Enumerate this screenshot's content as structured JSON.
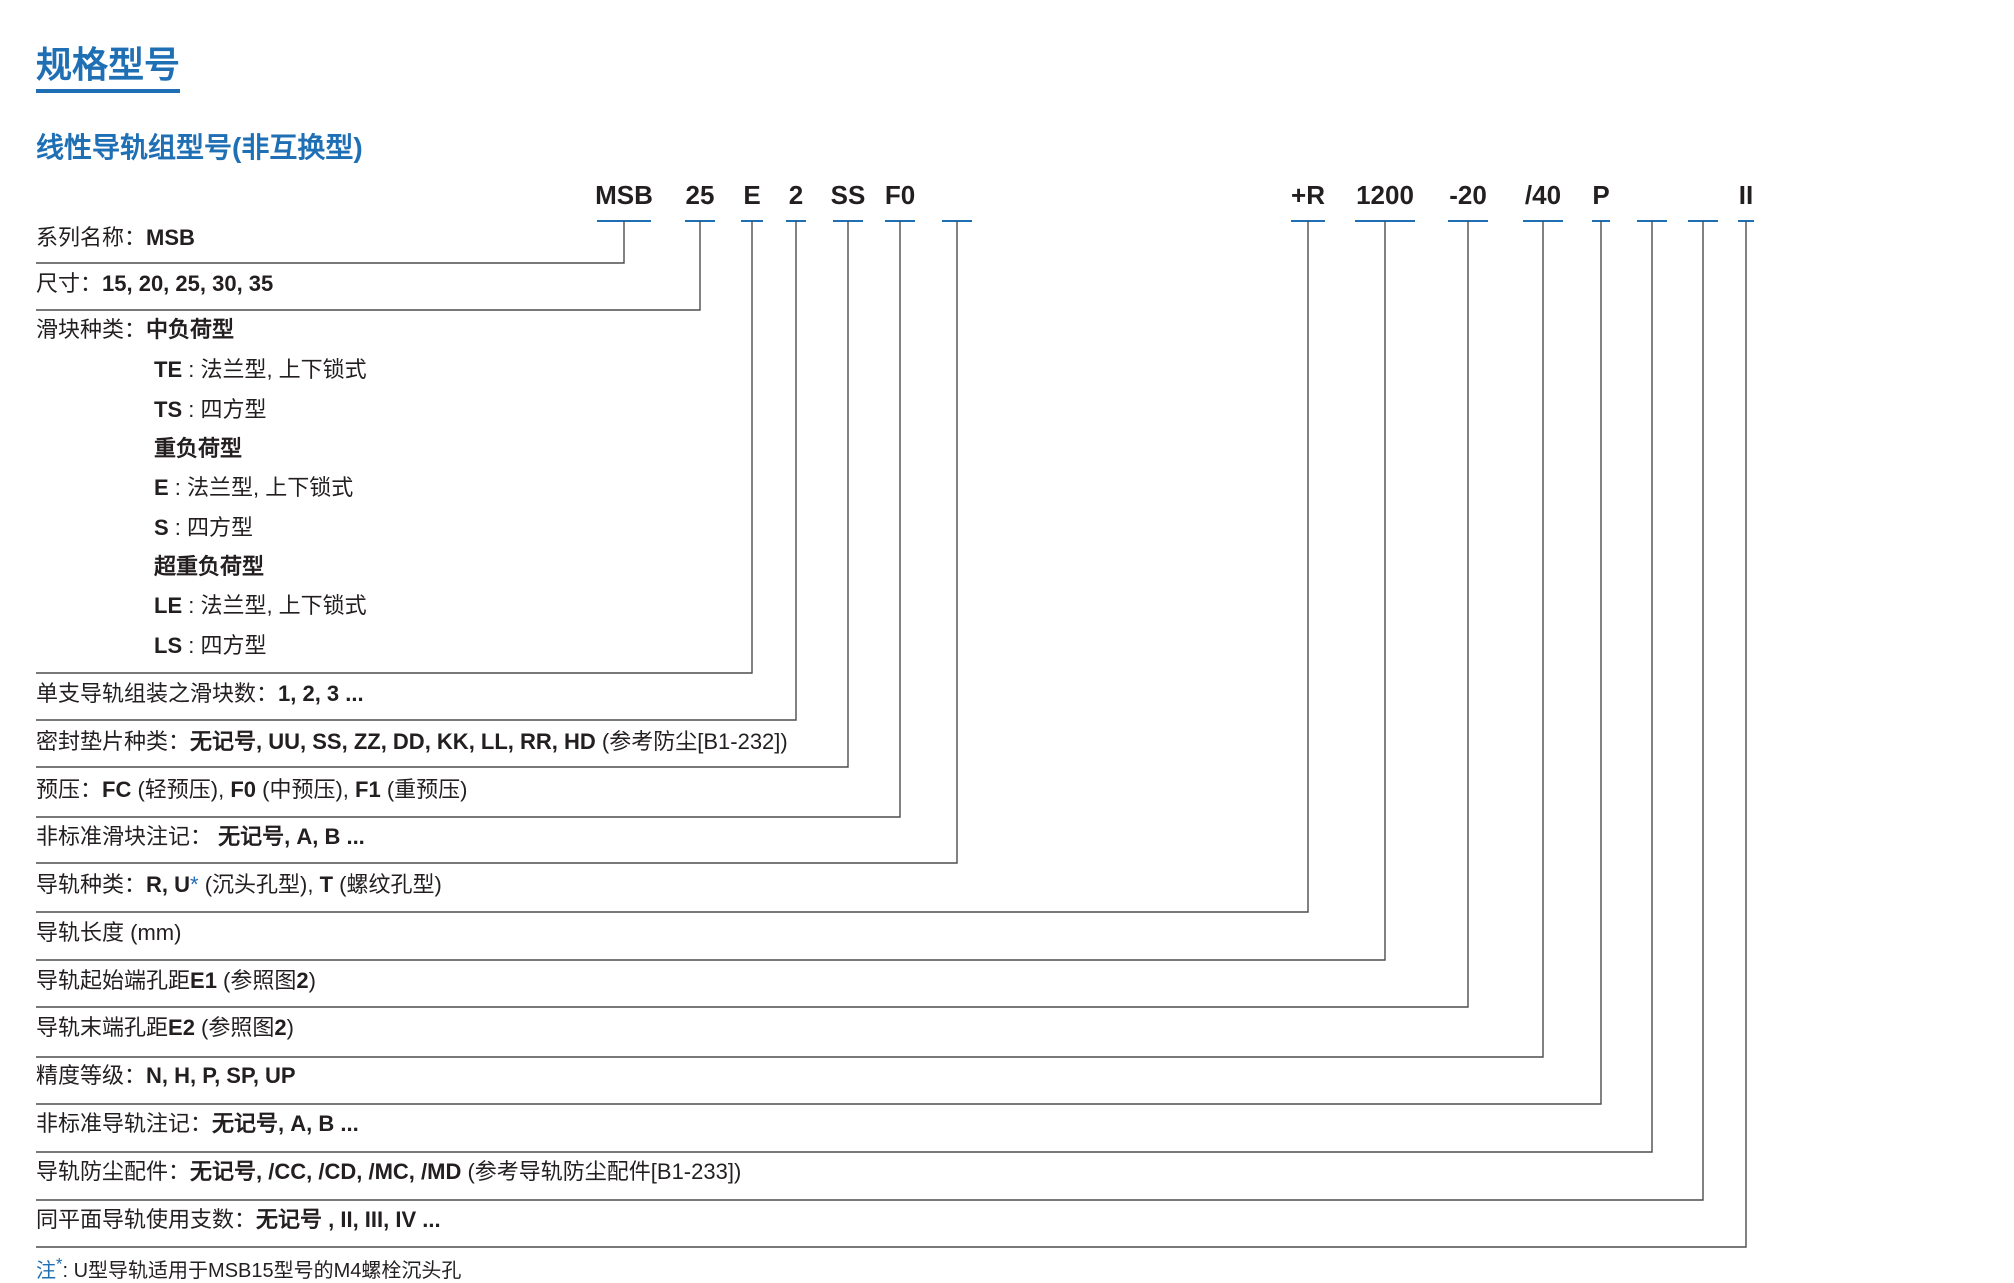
{
  "title": "规格型号",
  "subtitle": "线性导轨组型号(非互换型)",
  "colors": {
    "accent": "#1f6fb5",
    "text": "#231f20",
    "line": "#4d4d4d"
  },
  "codes": [
    "MSB",
    "25",
    "E",
    "2",
    "SS",
    "F0",
    "",
    "+R",
    "1200",
    "-20",
    "/40",
    "P",
    "",
    "",
    "II"
  ],
  "items": [
    {
      "label": "系列名称：",
      "value": "MSB"
    },
    {
      "label": "尺寸：",
      "value": "15, 20, 25, 30, 35"
    },
    {
      "label": "滑块种类：",
      "value": "中负荷型",
      "sub": [
        {
          "code": "TE",
          "text": " : 法兰型, 上下锁式"
        },
        {
          "code": "TS",
          "text": " : 四方型"
        },
        {
          "code": "重负荷型",
          "text": ""
        },
        {
          "code": "E",
          "text": " : 法兰型, 上下锁式"
        },
        {
          "code": "S",
          "text": " : 四方型"
        },
        {
          "code": "超重负荷型",
          "text": ""
        },
        {
          "code": "LE",
          "text": " : 法兰型, 上下锁式"
        },
        {
          "code": "LS",
          "text": " : 四方型"
        }
      ]
    },
    {
      "label": "单支导轨组装之滑块数：",
      "value": "1, 2, 3 ..."
    },
    {
      "label": "密封垫片种类：",
      "value": "无记号, UU, SS, ZZ, DD, KK, LL, RR, HD",
      "after": " (参考防尘[B1-232])"
    },
    {
      "label": "预压：",
      "value": "FC",
      "after": " (轻预压), ",
      "value2": "F0",
      "after2": " (中预压), ",
      "value3": "F1",
      "after3": " (重预压)"
    },
    {
      "label": "非标准滑块注记： ",
      "value": "无记号, A, B ..."
    },
    {
      "label": "导轨种类：",
      "value": "R, U",
      "star": "*",
      "after": " (沉头孔型), ",
      "value2": "T",
      "after2": " (螺纹孔型)"
    },
    {
      "label": "导轨长度",
      "after": " (mm)"
    },
    {
      "label": "导轨起始端孔距",
      "value": "E1",
      "after": " (参照图",
      "value2": "2",
      "after2": ")"
    },
    {
      "label": "导轨末端孔距",
      "value": "E2",
      "after": " (参照图",
      "value2": "2",
      "after2": ")"
    },
    {
      "label": "精度等级：",
      "value": "N, H, P, SP, UP"
    },
    {
      "label": "非标准导轨注记：",
      "value": "无记号, A, B ..."
    },
    {
      "label": "导轨防尘配件：",
      "value": "无记号, /CC, /CD, /MC, /MD",
      "after": " (参考导轨防尘配件[B1-233])"
    },
    {
      "label": "同平面导轨使用支数：",
      "value": "无记号 , II, III, IV ..."
    }
  ],
  "note": {
    "prefix": "注",
    "star": "*",
    "text": ": U型导轨适用于MSB15型号的M4螺栓沉头孔"
  }
}
